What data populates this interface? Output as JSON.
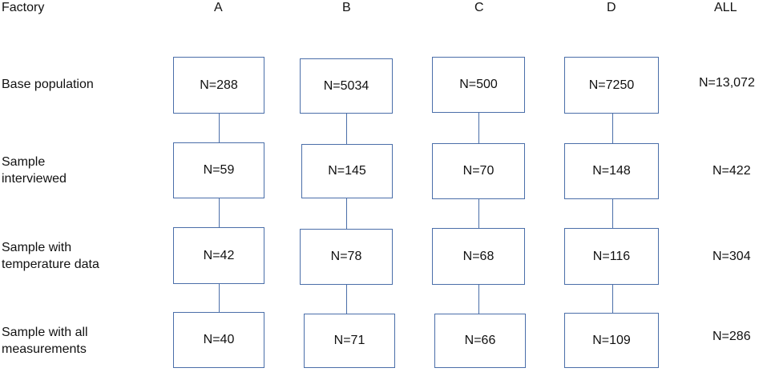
{
  "header": {
    "factory": "Factory",
    "a": "A",
    "b": "B",
    "c": "C",
    "d": "D",
    "all": "ALL"
  },
  "rows": [
    {
      "label_lines": [
        "Base population"
      ],
      "a": "N=288",
      "b": "N=5034",
      "c": "N=500",
      "d": "N=7250",
      "all": "N=13,072"
    },
    {
      "label_lines": [
        "Sample",
        "interviewed"
      ],
      "a": "N=59",
      "b": "N=145",
      "c": "N=70",
      "d": "N=148",
      "all": "N=422"
    },
    {
      "label_lines": [
        "Sample with",
        "temperature data"
      ],
      "a": "N=42",
      "b": "N=78",
      "c": "N=68",
      "d": "N=116",
      "all": "N=304"
    },
    {
      "label_lines": [
        "Sample with all",
        "measurements"
      ],
      "a": "N=40",
      "b": "N=71",
      "c": "N=66",
      "d": "N=109",
      "all": "N=286"
    }
  ],
  "colors": {
    "box_border": "#4a6ea9",
    "text": "#111111"
  }
}
